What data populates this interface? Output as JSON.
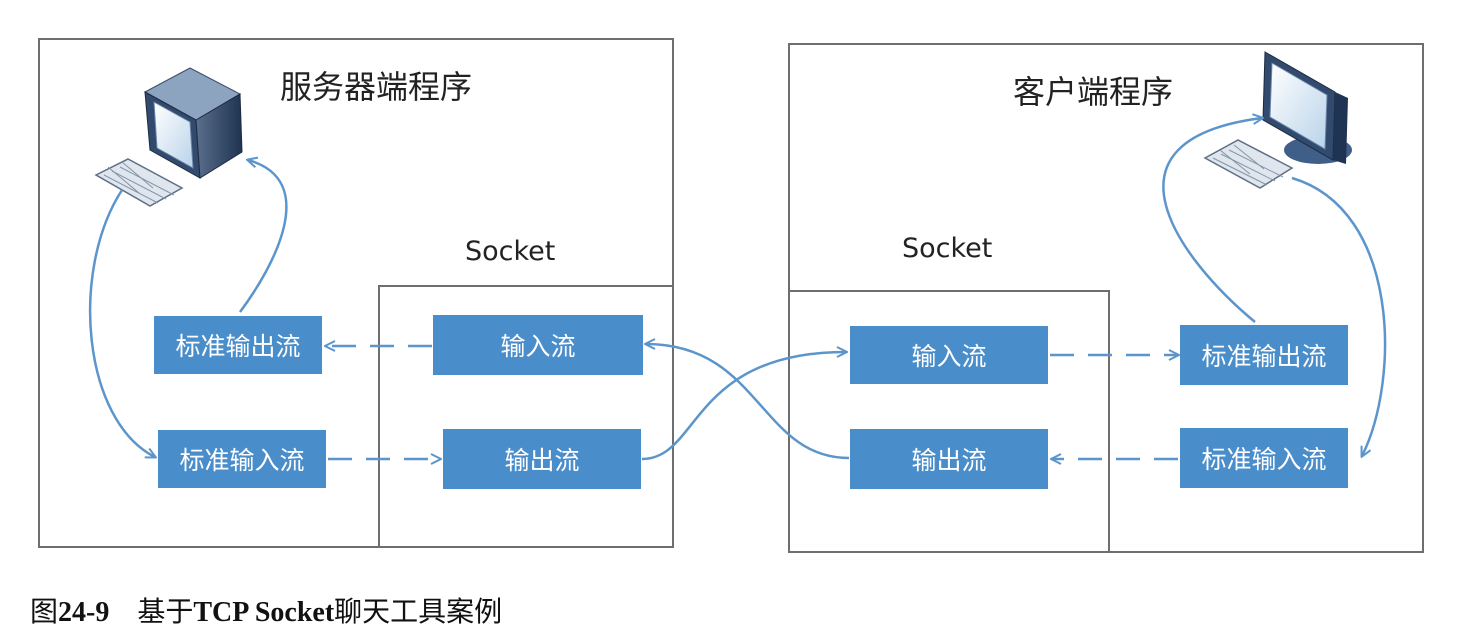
{
  "server": {
    "title": "服务器端程序",
    "socket_label": "Socket",
    "std_output": "标准输出流",
    "std_input": "标准输入流",
    "socket_input": "输入流",
    "socket_output": "输出流"
  },
  "client": {
    "title": "客户端程序",
    "socket_label": "Socket",
    "std_output": "标准输出流",
    "std_input": "标准输入流",
    "socket_input": "输入流",
    "socket_output": "输出流"
  },
  "caption": {
    "fig": "图",
    "number": "24-9",
    "text_pre": "基于",
    "text_bold": "TCP Socket",
    "text_post": "聊天工具案例"
  },
  "colors": {
    "box": "#4a8dcb",
    "arrow": "#5b95cc",
    "frame": "#6e6e6e"
  }
}
